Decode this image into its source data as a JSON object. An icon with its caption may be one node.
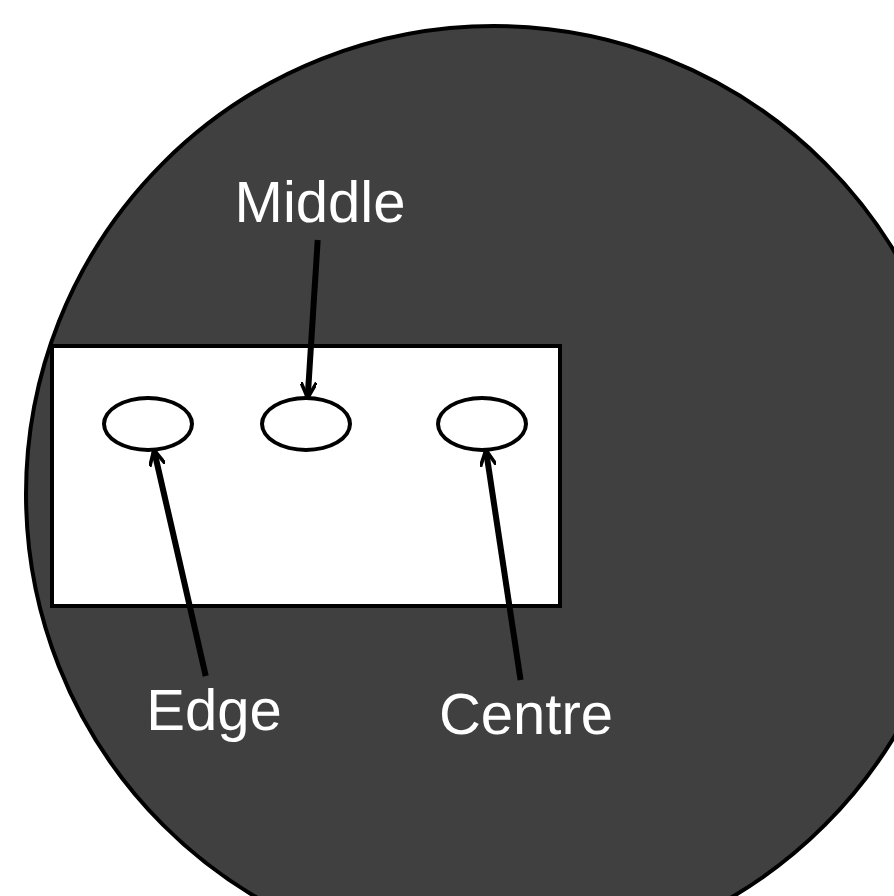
{
  "diagram": {
    "nodes": [
      {
        "text": [],
        "shape": "circle"
      },
      {
        "text": [],
        "shape": "box",
        "in": 0
      },
      {
        "text": [],
        "shape": "ellipse",
        "in": 1
      },
      {
        "text": [],
        "shape": "ellipse",
        "in": 1
      },
      {
        "text": [],
        "shape": "ellipse",
        "in": 1
      },
      {
        "text": [
          "Middle"
        ],
        "in": 0
      },
      {
        "text": [
          "Edge"
        ],
        "in": 0
      },
      {
        "text": [
          "Centre"
        ],
        "in": 0
      }
    ],
    "edges": [
      {
        "from": 5,
        "to": 3,
        "arrow": "to"
      },
      {
        "from": 6,
        "to": 2,
        "arrow": "to"
      },
      {
        "from": 7,
        "to": 4,
        "arrow": "to"
      }
    ]
  }
}
